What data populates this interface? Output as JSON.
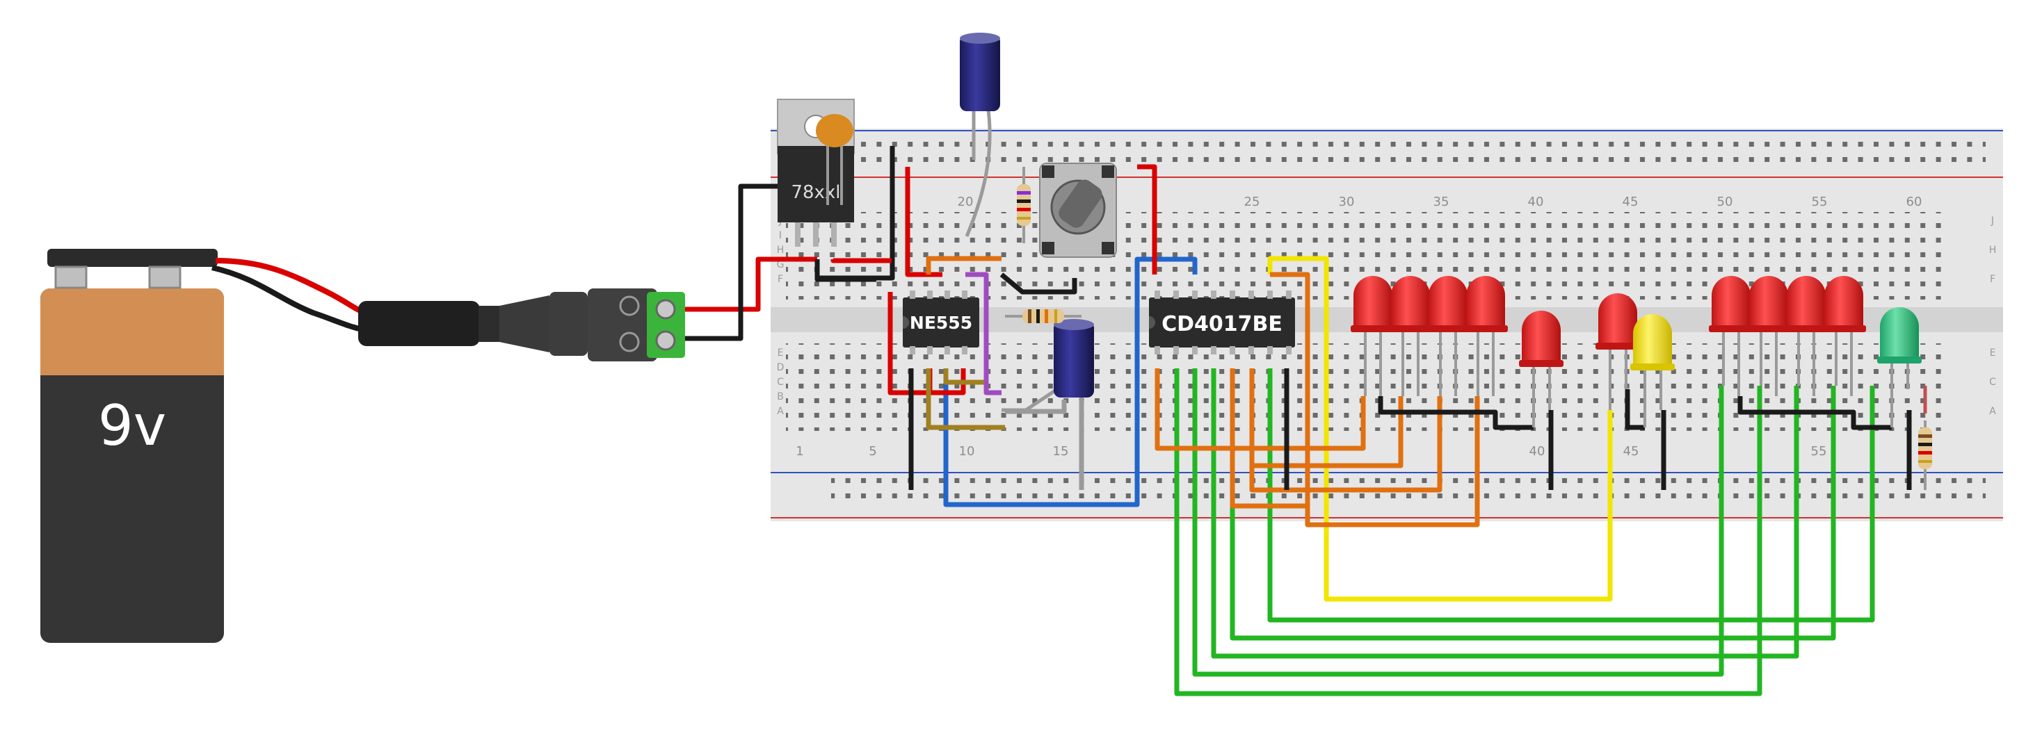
{
  "battery": {
    "label": "9v"
  },
  "regulator": {
    "label": "78xxl"
  },
  "timer_chip": {
    "label": "NE555"
  },
  "counter_chip": {
    "label": "CD4017BE"
  },
  "breadboard": {
    "column_numbers": [
      "1",
      "5",
      "10",
      "15",
      "20",
      "25",
      "30",
      "35",
      "40",
      "45",
      "50",
      "55",
      "60"
    ],
    "row_letters_top": [
      "J",
      "I",
      "H",
      "G",
      "F"
    ],
    "row_letters_bottom": [
      "E",
      "D",
      "C",
      "B",
      "A"
    ]
  },
  "leds": {
    "group1": [
      "red",
      "red",
      "red",
      "red"
    ],
    "single": [
      "red",
      "red",
      "yellow"
    ],
    "group2": [
      "red",
      "red",
      "red",
      "red"
    ],
    "indicator": "green"
  },
  "colors": {
    "wire_red": "#d90000",
    "wire_black": "#1a1a1a",
    "wire_green": "#22b622",
    "wire_yellow": "#f2e600",
    "wire_blue": "#2266cc",
    "wire_orange": "#e07010",
    "wire_purple": "#a04cc0",
    "wire_olive": "#a08020",
    "wire_gray": "#9a9a9a",
    "breadboard": "#e5e5e5",
    "led_red": "#e02020",
    "led_yellow": "#f0e020",
    "led_green": "#30c080",
    "battery_top": "#d38f53",
    "battery_body": "#353535"
  }
}
